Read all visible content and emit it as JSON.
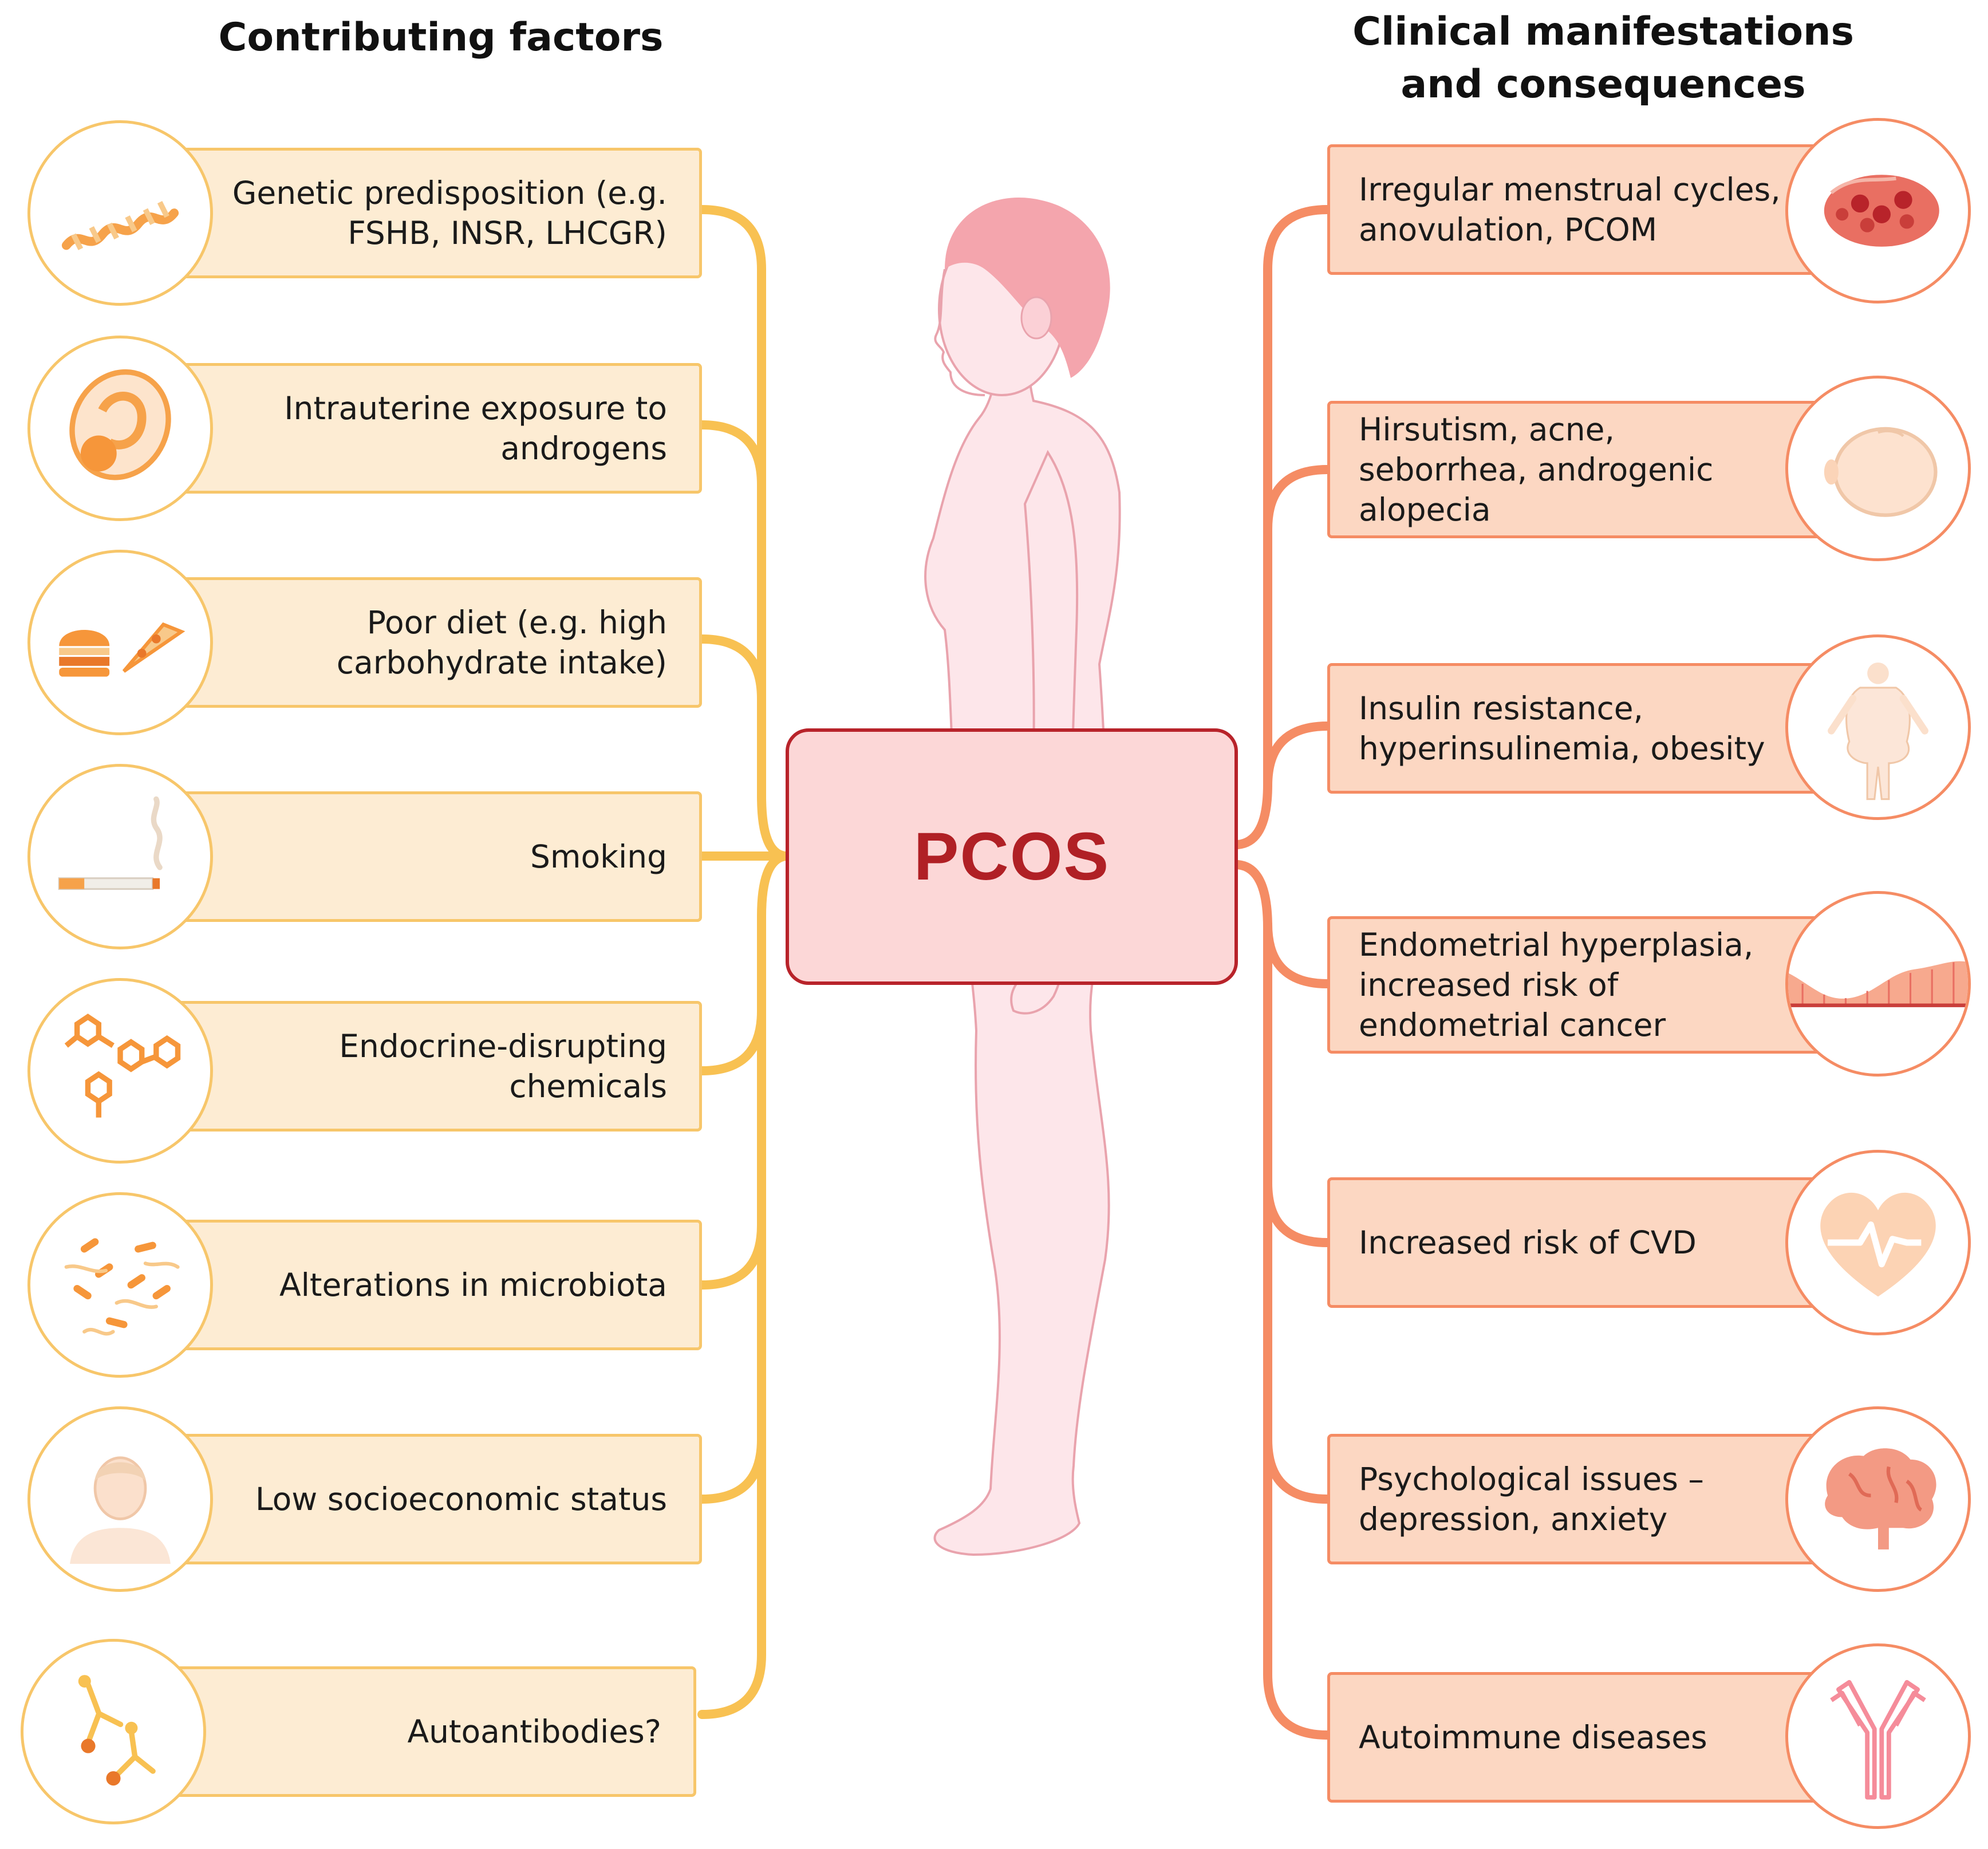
{
  "headings": {
    "left": "Contributing factors",
    "right_line1": "Clinical manifestations",
    "right_line2": "and consequences"
  },
  "center": {
    "label": "PCOS"
  },
  "colors": {
    "factor_fill": "#fdecd3",
    "factor_border": "#f7c66a",
    "manifestation_fill": "#fcd7c2",
    "manifestation_border": "#f58c64",
    "center_fill": "#fcd7d7",
    "center_border": "#b8232a",
    "center_text": "#b02025"
  },
  "factors": [
    {
      "line1": "Genetic predisposition (e.g.",
      "line2": "FSHB, INSR, LHCGR)",
      "icon": "dna-icon"
    },
    {
      "line1": "Intrauterine exposure to",
      "line2": "androgens",
      "icon": "fetus-icon"
    },
    {
      "line1": "Poor diet (e.g. high",
      "line2": "carbohydrate intake)",
      "icon": "fast-food-icon"
    },
    {
      "line1": "Smoking",
      "line2": "",
      "icon": "cigarette-icon"
    },
    {
      "line1": "Endocrine-disrupting",
      "line2": "chemicals",
      "icon": "molecule-icon"
    },
    {
      "line1": "Alterations in microbiota",
      "line2": "",
      "icon": "bacteria-icon"
    },
    {
      "line1": "Low socioeconomic status",
      "line2": "",
      "icon": "person-bust-icon"
    },
    {
      "line1": "Autoantibodies?",
      "line2": "",
      "icon": "antibody-icon"
    }
  ],
  "manifestations": [
    {
      "line1": "Irregular menstrual cycles,",
      "line2": "anovulation, PCOM",
      "line3": "",
      "icon": "ovary-icon"
    },
    {
      "line1": "Hirsutism, acne,",
      "line2": "seborrhea, androgenic",
      "line3": "alopecia",
      "icon": "bald-head-icon"
    },
    {
      "line1": "Insulin resistance,",
      "line2": "hyperinsulinemia, obesity",
      "line3": "",
      "icon": "obese-body-icon"
    },
    {
      "line1": "Endometrial hyperplasia,",
      "line2": "increased risk of",
      "line3": "endometrial cancer",
      "icon": "endometrium-icon"
    },
    {
      "line1": "Increased risk of CVD",
      "line2": "",
      "line3": "",
      "icon": "heart-pulse-icon"
    },
    {
      "line1": "Psychological issues –",
      "line2": "depression, anxiety",
      "line3": "",
      "icon": "brain-icon"
    },
    {
      "line1": "Autoimmune diseases",
      "line2": "",
      "line3": "",
      "icon": "antibody-outline-icon"
    }
  ]
}
